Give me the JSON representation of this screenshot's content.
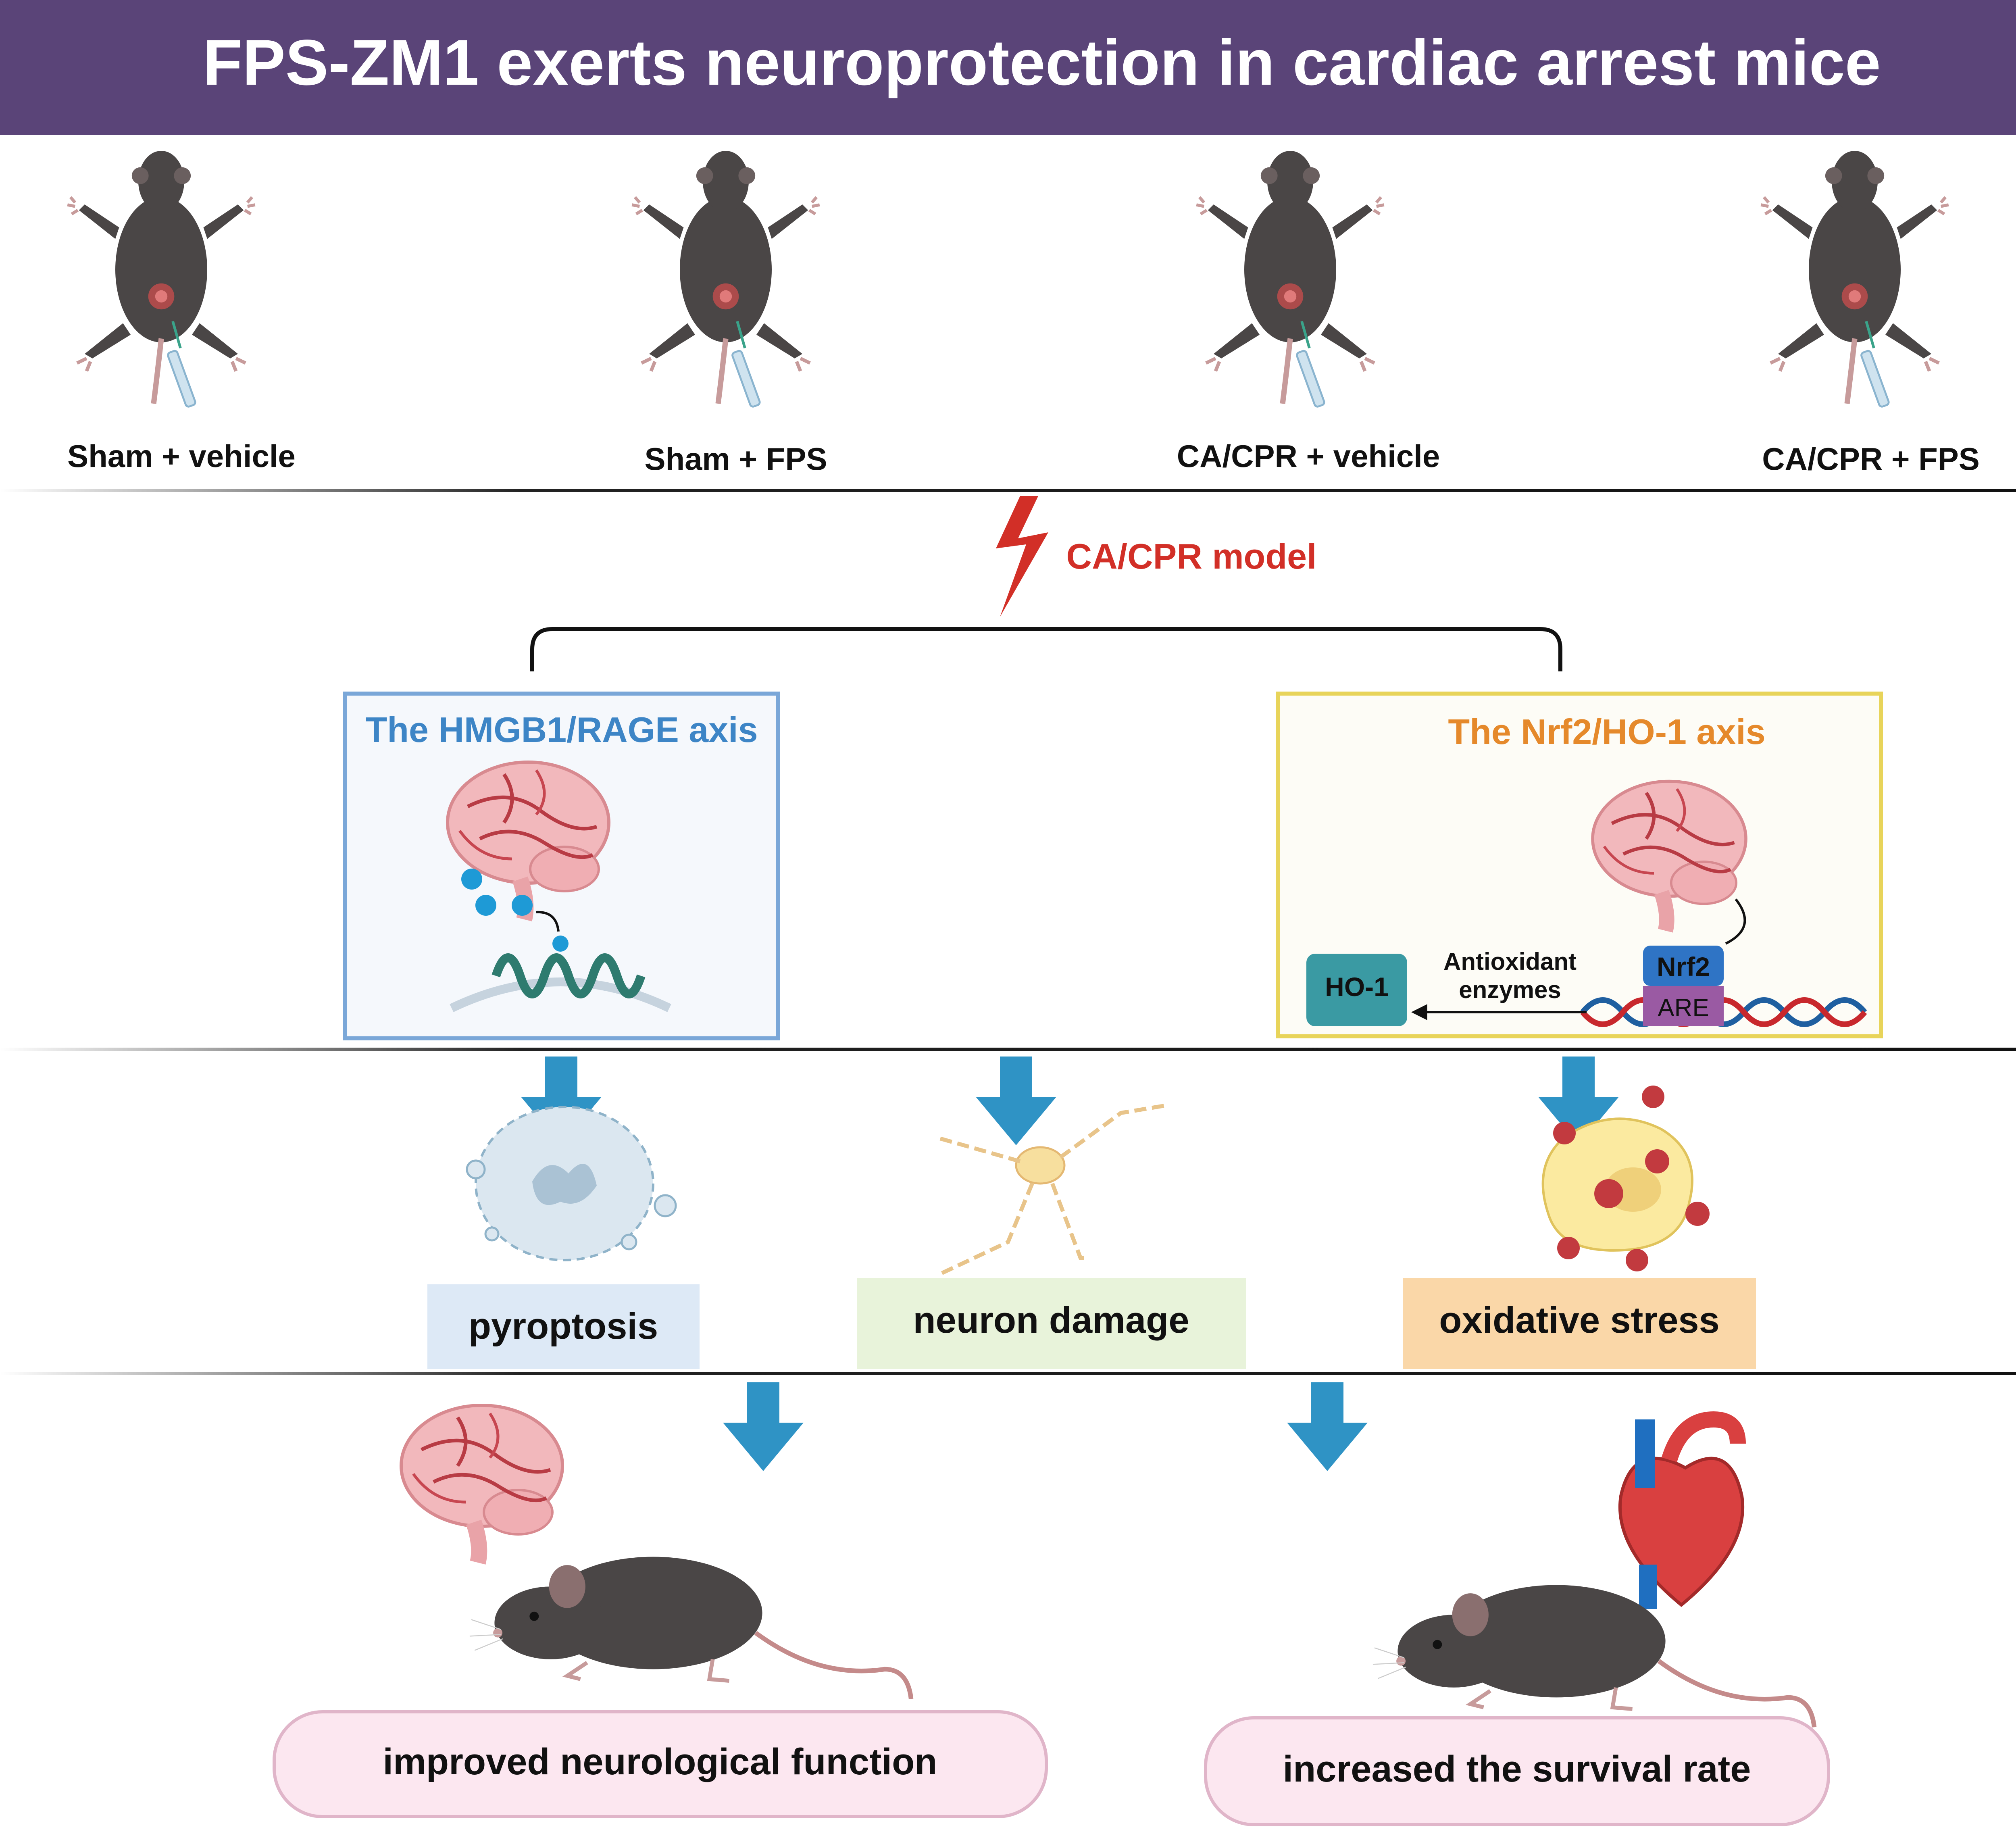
{
  "header": {
    "title": "FPS-ZM1 exerts neuroprotection in cardiac arrest mice",
    "bg_color": "#5a4478"
  },
  "groups": [
    {
      "label": "Sham + vehicle"
    },
    {
      "label": "Sham + FPS"
    },
    {
      "label": "CA/CPR + vehicle"
    },
    {
      "label": "CA/CPR + FPS"
    }
  ],
  "model": {
    "label": "CA/CPR model",
    "color": "#d22f27"
  },
  "hmgb1_panel": {
    "title": "The HMGB1/RAGE axis",
    "color": "#3d85c6",
    "border": "#7aa7d8"
  },
  "nrf2_panel": {
    "title": "The Nrf2/HO-1 axis",
    "color": "#e5892b",
    "border": "#e8d45a",
    "ho1": "HO-1",
    "antioxidant_line1": "Antioxidant",
    "antioxidant_line2": "enzymes",
    "nrf2": "Nrf2",
    "are": "ARE"
  },
  "outcomes": [
    {
      "label": "pyroptosis",
      "bg": "#dde9f6"
    },
    {
      "label": "neuron damage",
      "bg": "#e8f3da"
    },
    {
      "label": "oxidative stress",
      "bg": "#fad7a8"
    }
  ],
  "results": [
    {
      "label": "improved neurological function"
    },
    {
      "label": "increased the survival rate"
    }
  ],
  "colors": {
    "arrow": "#2f93c5",
    "result_bg": "#fce7f0",
    "result_border": "#e0b5c9",
    "mouse": "#4a4646",
    "brain": "#f2b8bc"
  }
}
